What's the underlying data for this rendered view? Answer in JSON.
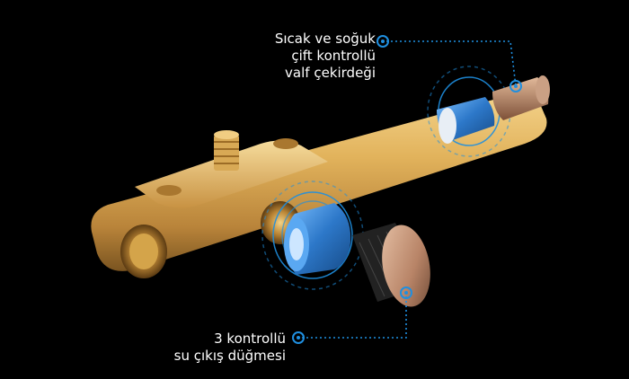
{
  "callouts": {
    "top": {
      "lines": [
        "Sıcak ve soğuk",
        "çift kontrollü",
        "valf çekirdeği"
      ]
    },
    "bottom": {
      "lines": [
        "3 kontrollü",
        "su çıkış düğmesi"
      ]
    }
  },
  "colors": {
    "background": "#000000",
    "accent": "#1f8fe0",
    "gold": "#e0b25a",
    "valve_blue": "#2f7fcf",
    "knob_bronze": "#c99a7e"
  }
}
